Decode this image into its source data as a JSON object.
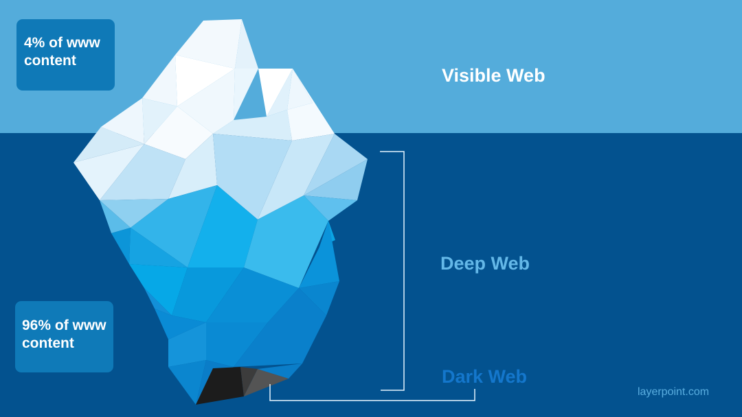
{
  "diagram": {
    "title": "Visible Web / Deep Web / Dark Web iceberg",
    "colors": {
      "surface": "#54acdb",
      "underwater": "#03528f",
      "stat_box": "#0f79b7",
      "visible_label": "#ffffff",
      "deep_label": "#64b8e8",
      "dark_label": "#1477cc",
      "bracket": "#e6f5ff"
    },
    "stats": {
      "top": {
        "line1": "4% of www",
        "line2": "content"
      },
      "bottom": {
        "line1": "96% of www",
        "line2": "content"
      }
    },
    "layers": {
      "visible": "Visible Web",
      "deep": "Deep Web",
      "dark": "Dark Web"
    },
    "footer": "layerpoint.com"
  }
}
